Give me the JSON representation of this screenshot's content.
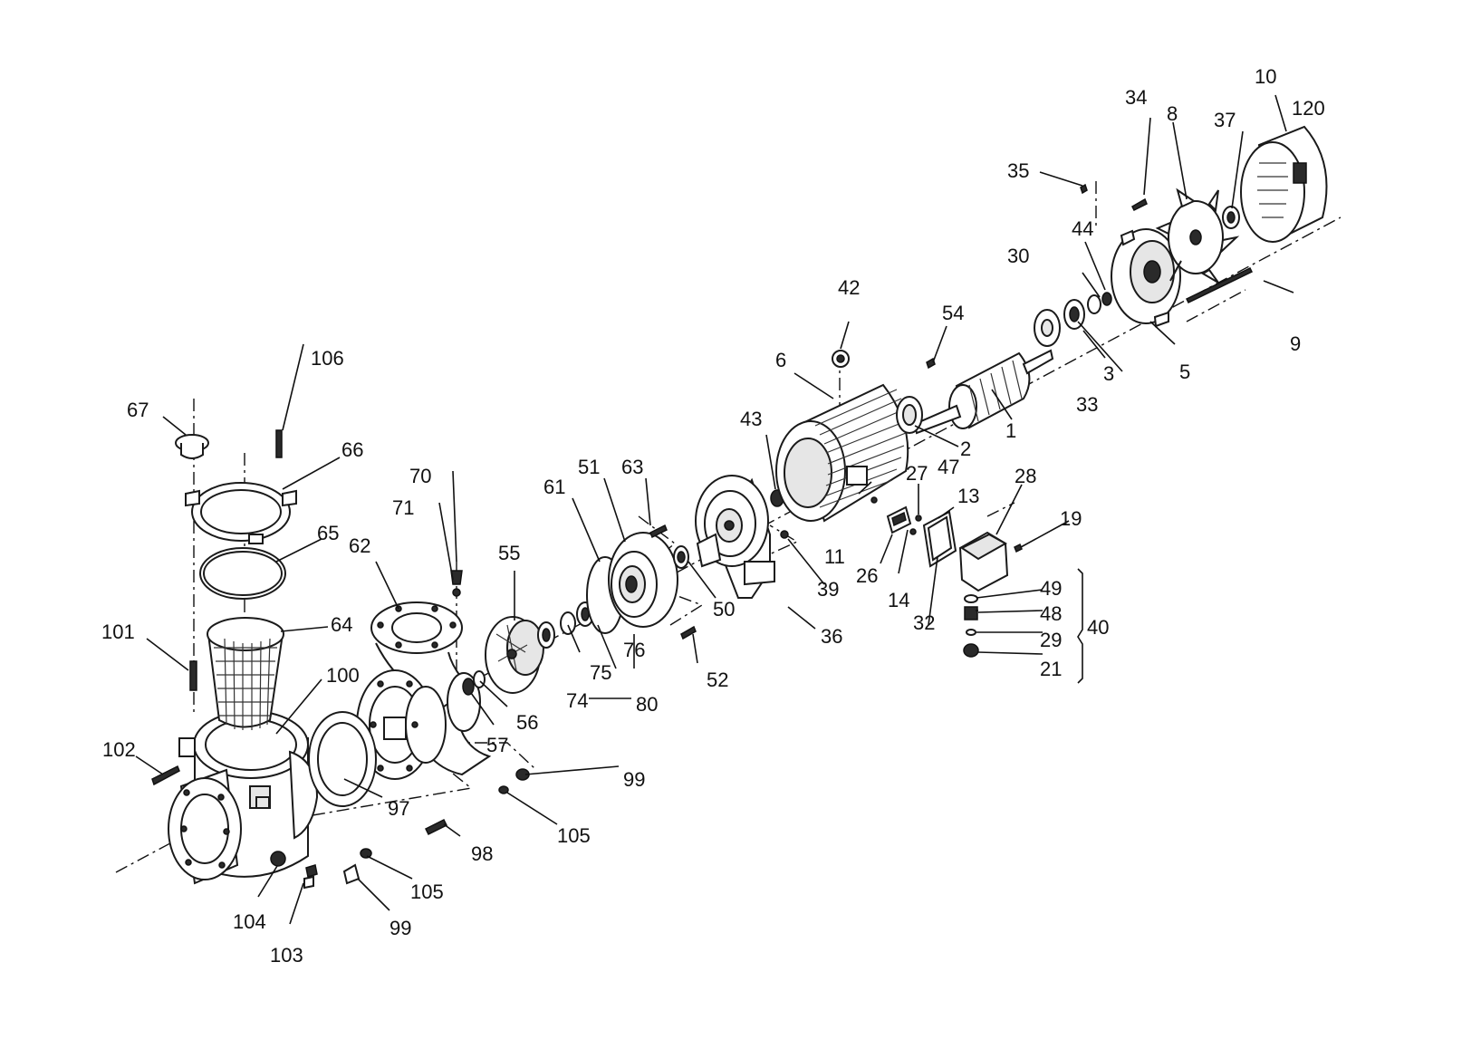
{
  "labels": {
    "l1": "1",
    "l2": "2",
    "l3": "3",
    "l5": "5",
    "l6": "6",
    "l8": "8",
    "l9": "9",
    "l10": "10",
    "l11": "11",
    "l13": "13",
    "l14": "14",
    "l19": "19",
    "l21": "21",
    "l26": "26",
    "l27": "27",
    "l28": "28",
    "l29": "29",
    "l30": "30",
    "l32": "32",
    "l33": "33",
    "l34": "34",
    "l35": "35",
    "l36": "36",
    "l37": "37",
    "l39": "39",
    "l40": "40",
    "l42": "42",
    "l43": "43",
    "l44": "44",
    "l47": "47",
    "l48": "48",
    "l49": "49",
    "l50": "50",
    "l51": "51",
    "l52": "52",
    "l54": "54",
    "l55": "55",
    "l56": "56",
    "l57": "57",
    "l61": "61",
    "l62": "62",
    "l63": "63",
    "l64": "64",
    "l65": "65",
    "l66": "66",
    "l67": "67",
    "l70": "70",
    "l71": "71",
    "l74": "74",
    "l75": "75",
    "l76": "76",
    "l80": "80",
    "l97": "97",
    "l98": "98",
    "l99a": "99",
    "l99b": "99",
    "l100": "100",
    "l101": "101",
    "l102": "102",
    "l103": "103",
    "l104": "104",
    "l105a": "105",
    "l105b": "105",
    "l106": "106",
    "l120": "120"
  }
}
